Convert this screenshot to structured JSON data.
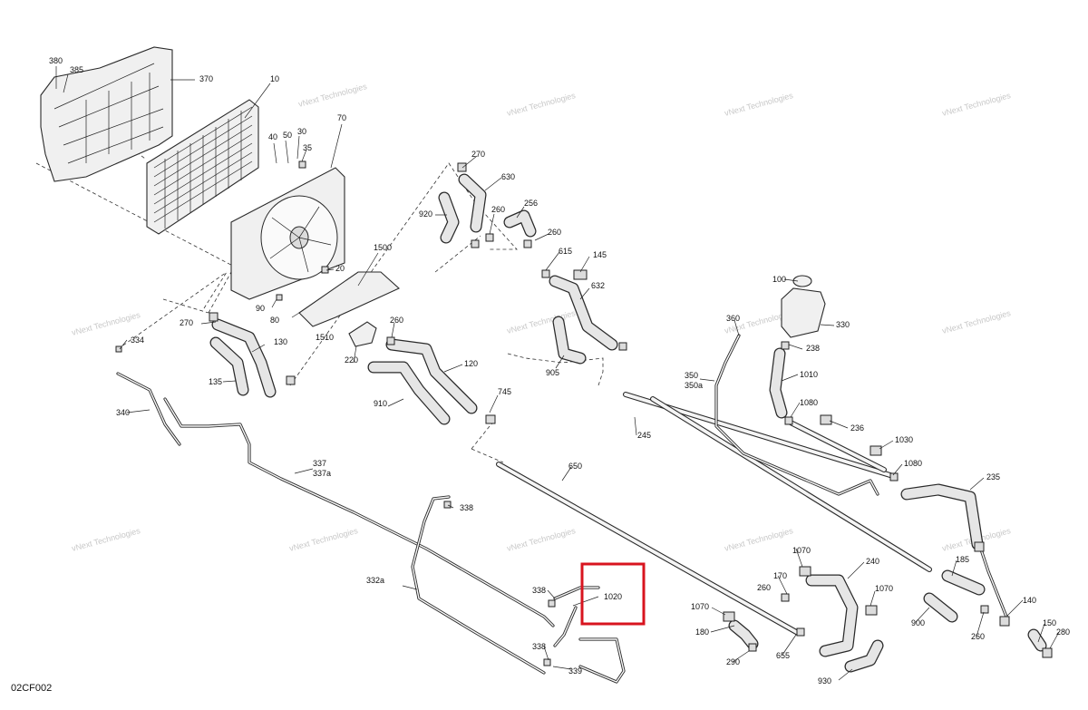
{
  "diagram_code": "02CF002",
  "watermark_text": "vNext Technologies",
  "highlight_color": "#d8141f",
  "callouts": [
    {
      "id": "c380",
      "text": "380"
    },
    {
      "id": "c385",
      "text": "385"
    },
    {
      "id": "c370",
      "text": "370"
    },
    {
      "id": "c10",
      "text": "10"
    },
    {
      "id": "c70",
      "text": "70"
    },
    {
      "id": "c40",
      "text": "40"
    },
    {
      "id": "c50",
      "text": "50"
    },
    {
      "id": "c30",
      "text": "30"
    },
    {
      "id": "c35",
      "text": "35"
    },
    {
      "id": "c20",
      "text": "20"
    },
    {
      "id": "c90",
      "text": "90"
    },
    {
      "id": "c80",
      "text": "80"
    },
    {
      "id": "c1500",
      "text": "1500"
    },
    {
      "id": "c1510",
      "text": "1510"
    },
    {
      "id": "c270a",
      "text": "270"
    },
    {
      "id": "c270b",
      "text": "270"
    },
    {
      "id": "c334",
      "text": "334"
    },
    {
      "id": "c130",
      "text": "130"
    },
    {
      "id": "c135",
      "text": "135"
    },
    {
      "id": "c220",
      "text": "220"
    },
    {
      "id": "c260a",
      "text": "260"
    },
    {
      "id": "c120",
      "text": "120"
    },
    {
      "id": "c910",
      "text": "910"
    },
    {
      "id": "c745",
      "text": "745"
    },
    {
      "id": "c340",
      "text": "340"
    },
    {
      "id": "c337",
      "text": "337"
    },
    {
      "id": "c337a",
      "text": "337a"
    },
    {
      "id": "c338a",
      "text": "338"
    },
    {
      "id": "c332a",
      "text": "332a"
    },
    {
      "id": "c630",
      "text": "630"
    },
    {
      "id": "c920",
      "text": "920"
    },
    {
      "id": "c260b",
      "text": "260"
    },
    {
      "id": "c256",
      "text": "256"
    },
    {
      "id": "c260c",
      "text": "260"
    },
    {
      "id": "c615",
      "text": "615"
    },
    {
      "id": "c145",
      "text": "145"
    },
    {
      "id": "c632",
      "text": "632"
    },
    {
      "id": "c905",
      "text": "905"
    },
    {
      "id": "c245",
      "text": "245"
    },
    {
      "id": "c650",
      "text": "650"
    },
    {
      "id": "c100",
      "text": "100"
    },
    {
      "id": "c360",
      "text": "360"
    },
    {
      "id": "c330",
      "text": "330"
    },
    {
      "id": "c238",
      "text": "238"
    },
    {
      "id": "c350",
      "text": "350"
    },
    {
      "id": "c350a",
      "text": "350a"
    },
    {
      "id": "c1010",
      "text": "1010"
    },
    {
      "id": "c1080a",
      "text": "1080"
    },
    {
      "id": "c236",
      "text": "236"
    },
    {
      "id": "c1030",
      "text": "1030"
    },
    {
      "id": "c1080b",
      "text": "1080"
    },
    {
      "id": "c235",
      "text": "235"
    },
    {
      "id": "c1070a",
      "text": "1070"
    },
    {
      "id": "c240",
      "text": "240"
    },
    {
      "id": "c170",
      "text": "170"
    },
    {
      "id": "c260d",
      "text": "260"
    },
    {
      "id": "c1070b",
      "text": "1070"
    },
    {
      "id": "c1070c",
      "text": "1070"
    },
    {
      "id": "c180",
      "text": "180"
    },
    {
      "id": "c290",
      "text": "290"
    },
    {
      "id": "c655",
      "text": "655"
    },
    {
      "id": "c930",
      "text": "930"
    },
    {
      "id": "c185",
      "text": "185"
    },
    {
      "id": "c900",
      "text": "900"
    },
    {
      "id": "c140",
      "text": "140"
    },
    {
      "id": "c260e",
      "text": "260"
    },
    {
      "id": "c150",
      "text": "150"
    },
    {
      "id": "c280",
      "text": "280"
    },
    {
      "id": "c338b",
      "text": "338"
    },
    {
      "id": "c1020",
      "text": "1020"
    },
    {
      "id": "c338c",
      "text": "338"
    },
    {
      "id": "c339",
      "text": "339"
    }
  ]
}
